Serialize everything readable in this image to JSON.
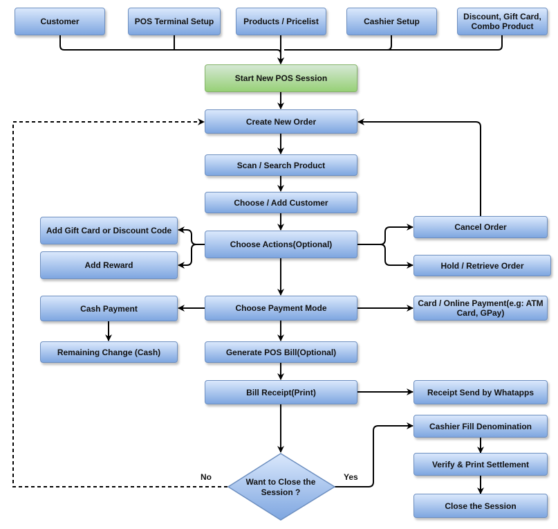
{
  "nodes": {
    "customer": "Customer",
    "pos_terminal_setup": "POS Terminal Setup",
    "products_pricelist": "Products / Pricelist",
    "cashier_setup": "Cashier Setup",
    "discount_combo": "Discount, Gift Card, Combo Product",
    "start_session": "Start New POS Session",
    "create_order": "Create New Order",
    "scan_product": "Scan / Search Product",
    "choose_customer": "Choose / Add Customer",
    "add_gift_card": "Add Gift Card or Discount Code",
    "choose_actions": "Choose Actions(Optional)",
    "cancel_order": "Cancel Order",
    "add_reward": "Add Reward",
    "hold_order": "Hold / Retrieve Order",
    "cash_payment": "Cash Payment",
    "choose_payment": "Choose Payment Mode",
    "card_payment": "Card / Online Payment(e.g: ATM Card, GPay)",
    "remaining_change": "Remaining Change (Cash)",
    "generate_bill": "Generate POS Bill(Optional)",
    "bill_receipt": "Bill Receipt(Print)",
    "receipt_whatsapp": "Receipt Send by Whatapps",
    "cashier_denomination": "Cashier Fill Denomination",
    "verify_settlement": "Verify & Print Settlement",
    "close_session_box": "Close the Session",
    "close_session_decision": "Want to Close the Session ?"
  },
  "edge_labels": {
    "no": "No",
    "yes": "Yes"
  },
  "colors": {
    "process_fill_top": "#dae8fc",
    "process_fill_bottom": "#7ea6e0",
    "process_border": "#6c8ebf",
    "start_fill_top": "#d5e8d4",
    "start_fill_bottom": "#97d077",
    "start_border": "#82b366",
    "edge": "#000000"
  }
}
